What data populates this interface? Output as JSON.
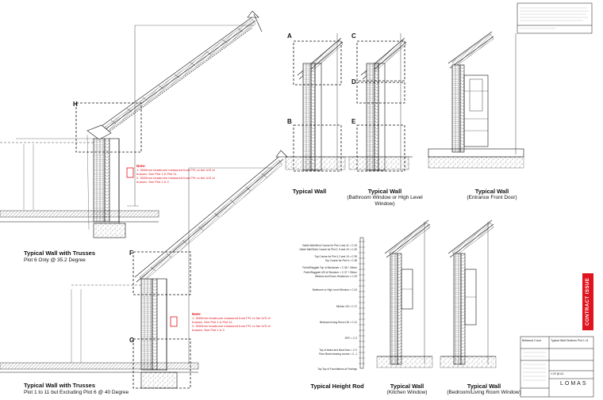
{
  "drawing": {
    "detail_markers": [
      "A",
      "C",
      "B",
      "E",
      "D",
      "H",
      "F",
      "G"
    ],
    "captions": {
      "wall_a": "Typical Wall",
      "wall_b_line1": "Typical Wall",
      "wall_b_line2": "(Bathroom Window or High Level Window)",
      "wall_c_line1": "Typical Wall",
      "wall_c_line2": "(Entrance Front Door)",
      "trusses_top_line1": "Typical Wall with Trusses",
      "trusses_top_line2": "Plot 6 Only @ 35.2 Degree",
      "trusses_bottom_line1": "Typical Wall with Trusses",
      "trusses_bottom_line2": "Plot 1 to 11 but Excluding Plot 6 @ 40 Degree",
      "height_rod": "Typical Height Rod",
      "kitchen_line1": "Typical Wall",
      "kitchen_line2": "(Kitchen Window)",
      "bedroom_line1": "Typical Wall",
      "bedroom_line2": "(Bedroom/Living Room Window)"
    },
    "notes_top": {
      "heading": "Note:",
      "line1": "1. 3000mm headroom measured from FFL to the U/S of trusses. See Plot 1 & Plot 11.",
      "line2": "2. 3000mm headroom measured from FFL to the U/S of trusses. See Plot 1 & 2."
    },
    "notes_bottom": {
      "heading": "Note:",
      "line1": "1. 3000mm headroom measured from FFL to the U/S of trusses. See Plot 1 & Plot 11.",
      "line2": "2. 3000mm headroom measured from FFL to the U/S of trusses. See Plot 1 & 2."
    },
    "height_rod_levels": [
      "Gable Wall Brick Course for Plot 1 and 11 = C.43",
      "Gable Wall Brick Course for Plot 2, 5 and 10 = C.40",
      "Top Course for Plot 1,2 and 10 = C.39",
      "Top Course for Plot 6 = C.38",
      "Purlin/Raygate Top of Blockwork = C.36 + 40mm",
      "Purlin/Raygate U/S of Structure = C.37 + 90mm",
      "Window and Doors Headroom = C.29",
      "Bathroom or High Level Window = C.24",
      "Kitchen Cill = C.17",
      "Bedroom/Living Room Cill = C.11",
      "DPC = C.3",
      "Top of beam and block floor = C.0",
      "Floor Beam bearing course = C.-1",
      "Top Top of Foundations at Footings"
    ],
    "title_block": {
      "status": "CONTRACT ISSUE",
      "logo": "LOMAS",
      "project": "Typical Wall Sections Plot 1-11",
      "client": "Bellwood Court",
      "scale": "1:20 @ A1"
    }
  }
}
